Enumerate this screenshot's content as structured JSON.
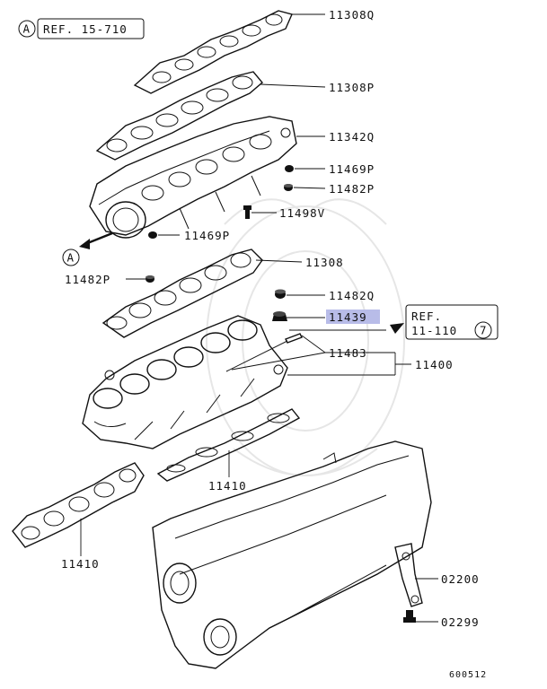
{
  "callouts": {
    "refA_letter": "A",
    "refA_text": "REF. 15-710",
    "refB_text1": "REF.",
    "refB_text2": "11-110",
    "refB_num": "7",
    "arrowA_letter": "A"
  },
  "labels": {
    "p11308Q": "11308Q",
    "p11308P": "11308P",
    "p11342Q": "11342Q",
    "p11469P_a": "11469P",
    "p11482P_a": "11482P",
    "p11498V": "11498V",
    "p11469P_b": "11469P",
    "p11308": "11308",
    "p11482P_b": "11482P",
    "p11482Q": "11482Q",
    "p11439": "11439",
    "p11483": "11483",
    "p11400": "11400",
    "p11410_a": "11410",
    "p11410_b": "11410",
    "p02200": "02200",
    "p02299": "02299"
  },
  "diagram_id": "600512",
  "colors": {
    "highlight": "#b8bce8",
    "ink": "#111111"
  }
}
